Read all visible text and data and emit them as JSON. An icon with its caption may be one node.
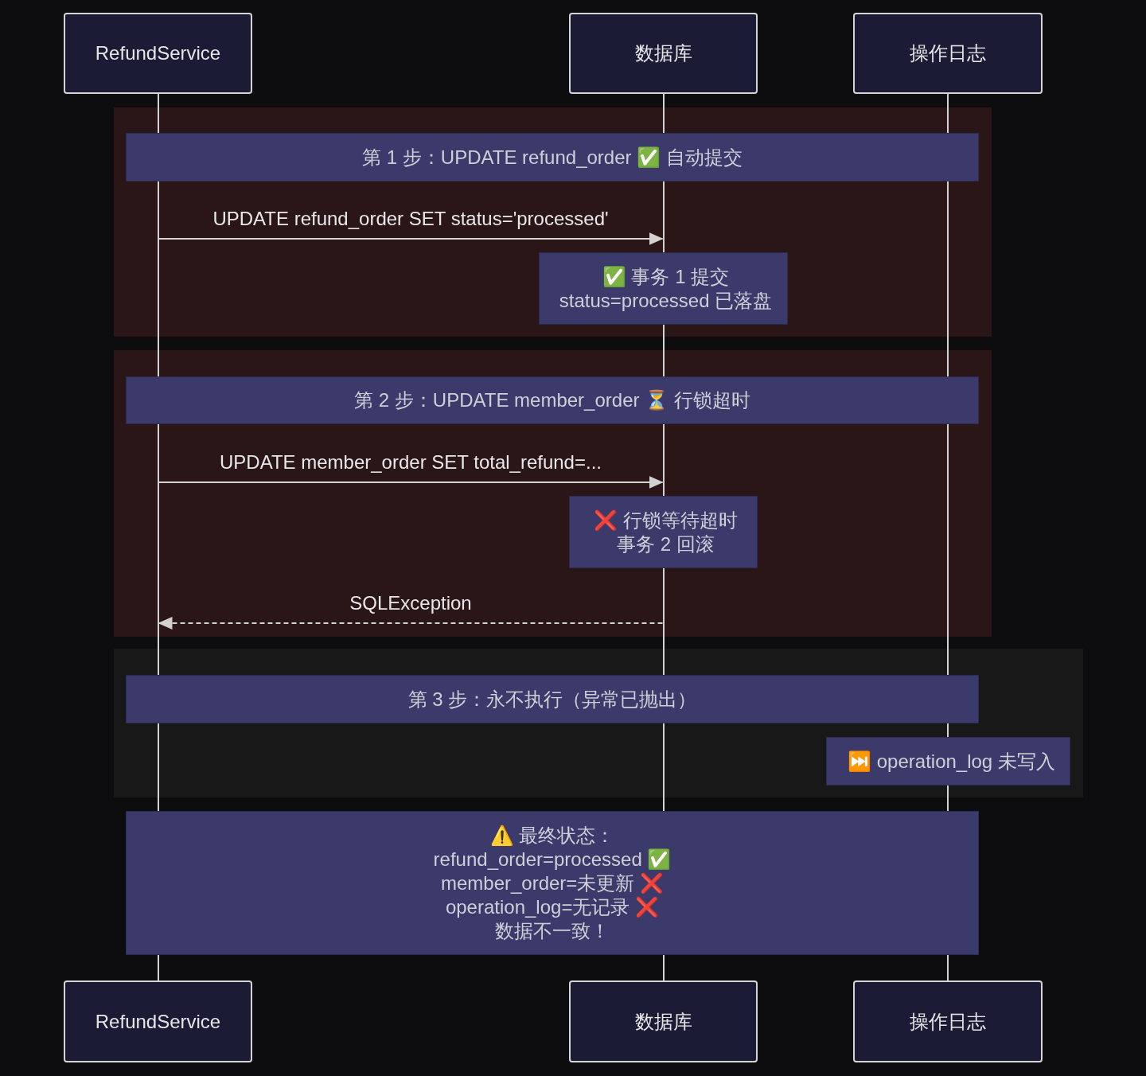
{
  "diagram": {
    "nodes": [
      {
        "text": [
          "RefundService"
        ]
      },
      {
        "text": [
          "数据库"
        ]
      },
      {
        "text": [
          "操作日志"
        ]
      },
      {
        "text": [],
        "shape": "bar"
      },
      {
        "text": [],
        "shape": "bar"
      },
      {
        "text": [],
        "shape": "bar"
      },
      {
        "text": [],
        "shape": "box"
      },
      {
        "text": [
          "第 1 步：UPDATE refund_order ✅ 自动提交"
        ],
        "in": 6
      },
      {
        "text": [
          "✅ 事务 1 提交 status=processed 已落盘"
        ],
        "in": 6
      },
      {
        "text": [],
        "shape": "box"
      },
      {
        "text": [
          "第 2 步：UPDATE member_order ⏳ 行锁超时"
        ],
        "in": 9
      },
      {
        "text": [
          "❌ 行锁等待超时事务 2 回滚"
        ],
        "in": 9
      },
      {
        "text": [],
        "shape": "box"
      },
      {
        "text": [
          "第 3 步：永不执行（异常已抛出）"
        ],
        "in": 12
      },
      {
        "text": [
          "⏭️ operation_log 未写入"
        ],
        "in": 12
      },
      {
        "text": [
          "⚠️ 最终状态： refund_order=processed ✅ member_order=未更新 ❌ operation_log=无记录 ❌ 数据不一致！"
        ]
      },
      {
        "text": [
          "RefundService"
        ]
      },
      {
        "text": [
          "数据库"
        ]
      },
      {
        "text": [
          "操作日志"
        ]
      }
    ],
    "edges": [
      {
        "from": 3,
        "to": 4,
        "arrow": "to",
        "label": "UPDATE refund_order SET status='processed'"
      },
      {
        "from": 3,
        "to": 4,
        "arrow": "to",
        "label": "UPDATE member_order SET total_refund=..."
      },
      {
        "from": 4,
        "to": 3,
        "arrow": "to",
        "label": "SQLException",
        "style": "dashed"
      }
    ]
  }
}
